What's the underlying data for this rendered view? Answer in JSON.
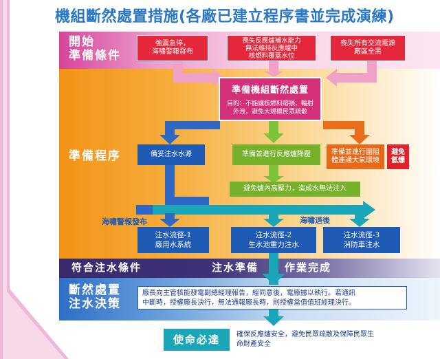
{
  "title": "機組斷然處置措施(各廠已建立程序書並完成演練)",
  "sections": {
    "start": [
      "開始",
      "準備條件"
    ],
    "procedure": "準備程序",
    "condition": "符合注水條件",
    "decision": [
      "斷然處置",
      "注水決策"
    ]
  },
  "triggers": [
    [
      "強震急停，",
      "海嘯警報發布"
    ],
    [
      "喪失反應爐補水能力",
      "無法維持反應爐中",
      "核燃料覆蓋水位"
    ],
    [
      "喪失所有交流電源",
      "廠區全黑"
    ]
  ],
  "prepare": {
    "title": "準備機組斷然處置",
    "purpose": [
      "目的：不能讓核燃料熔損，輻射",
      "外洩，避免大規模民眾疏散"
    ]
  },
  "steps": {
    "water_source": "備妥注水水源",
    "depressurize": "準備並進行反應爐降壓",
    "isolate": [
      "準備並進行圍阻",
      "體連通大氣環境"
    ],
    "hydrogen": [
      "避免",
      "氫爆"
    ],
    "avoid_pressure": "避免爐內高壓力，造成水無法注入"
  },
  "tsunami_warning": "海嘯警報發布",
  "tsunami_recede": "海嘯退後",
  "flows": [
    [
      "注水流徑-1",
      "廠用水系統"
    ],
    [
      "注水流徑-2",
      "生水池重力注水"
    ],
    [
      "注水流徑-3",
      "消防車注水"
    ]
  ],
  "injection_ready": "注水準備",
  "work_done": "作業完成",
  "decision_text": [
    "廠長向主管核能發電副總經理報告，經同意後，電廠據以執行。若通訊",
    "中斷時，授權廠長決行，無法通報廠長時，則授權當值值班經理決行。"
  ],
  "mission": {
    "label": "使命必達",
    "text": [
      "確保反應爐安全，避免民眾疏散及保障民眾生",
      "命財產安全"
    ]
  },
  "colors": {
    "title_blue": "#2a78c4",
    "pink": "#d33079",
    "red": "#e4273a",
    "orange": "#f39216",
    "blue": "#1f5ab5",
    "green": "#77b02b",
    "teal": "#1aa6b7",
    "dark_purple": "#3a2a6a"
  }
}
